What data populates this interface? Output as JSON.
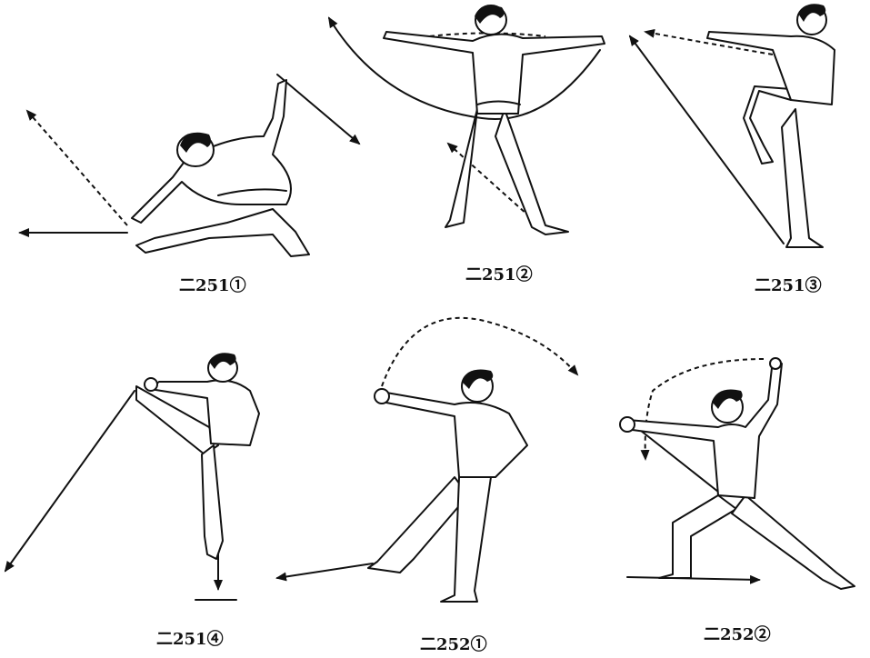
{
  "figures": [
    {
      "id": "fig-251-1",
      "caption": "二251①"
    },
    {
      "id": "fig-251-2",
      "caption": "二251②"
    },
    {
      "id": "fig-251-3",
      "caption": "二251③"
    },
    {
      "id": "fig-251-4",
      "caption": "二251④"
    },
    {
      "id": "fig-252-1",
      "caption": "二252①"
    },
    {
      "id": "fig-252-2",
      "caption": "二252②"
    }
  ],
  "colors": {
    "ink": "#111111",
    "paper": "#ffffff"
  }
}
